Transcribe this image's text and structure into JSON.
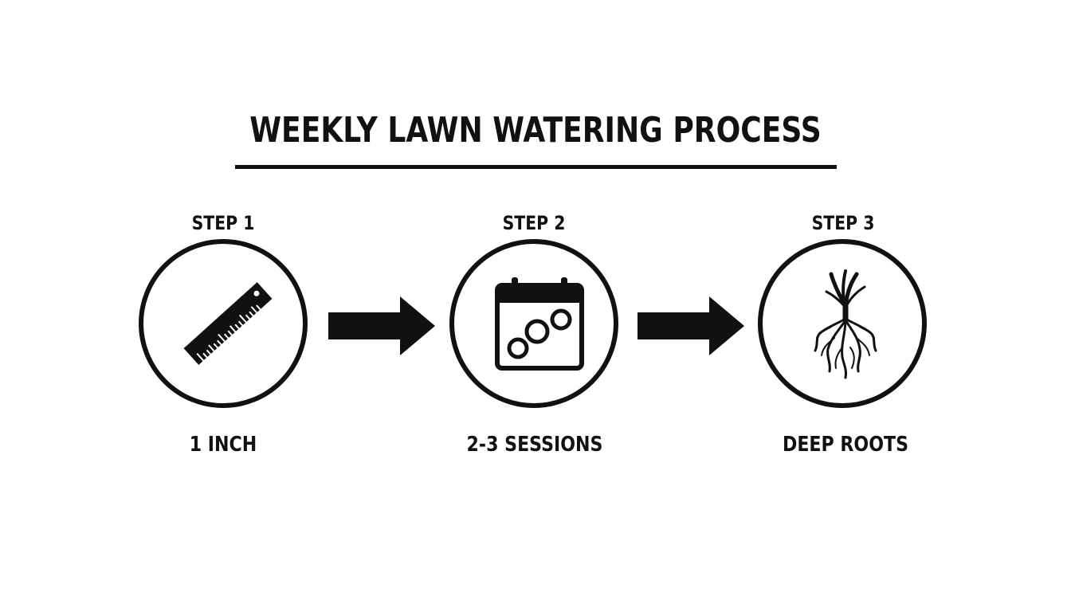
{
  "title": "WEEKLY LAWN WATERING PROCESS",
  "steps": [
    {
      "label": "STEP 1",
      "caption": "1 INCH",
      "icon": "ruler-icon"
    },
    {
      "label": "STEP 2",
      "caption": "2-3 SESSIONS",
      "icon": "calendar-icon"
    },
    {
      "label": "STEP 3",
      "caption": "DEEP ROOTS",
      "icon": "roots-icon"
    }
  ],
  "colors": {
    "ink": "#111111",
    "background": "#ffffff"
  }
}
